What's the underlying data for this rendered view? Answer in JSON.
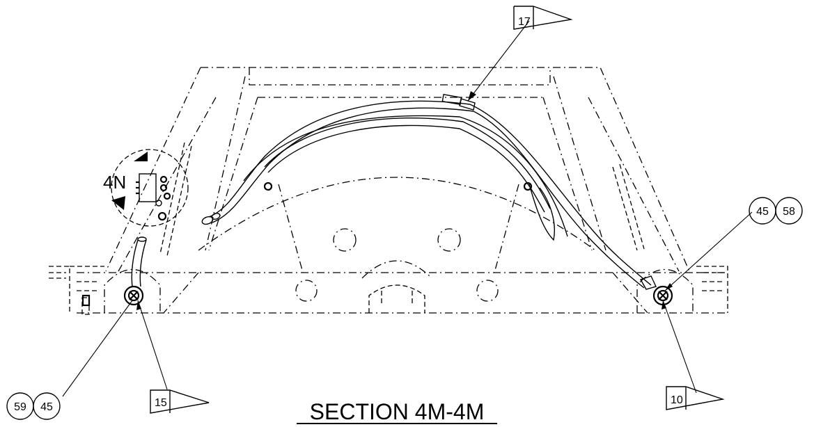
{
  "title": "SECTION 4M-4M",
  "detail_view_label": "4N",
  "flags": {
    "top": "17",
    "bottom_left": "15",
    "bottom_right": "10"
  },
  "balloons": {
    "right_a": "45",
    "right_b": "58",
    "left_a": "59",
    "left_b": "45"
  }
}
